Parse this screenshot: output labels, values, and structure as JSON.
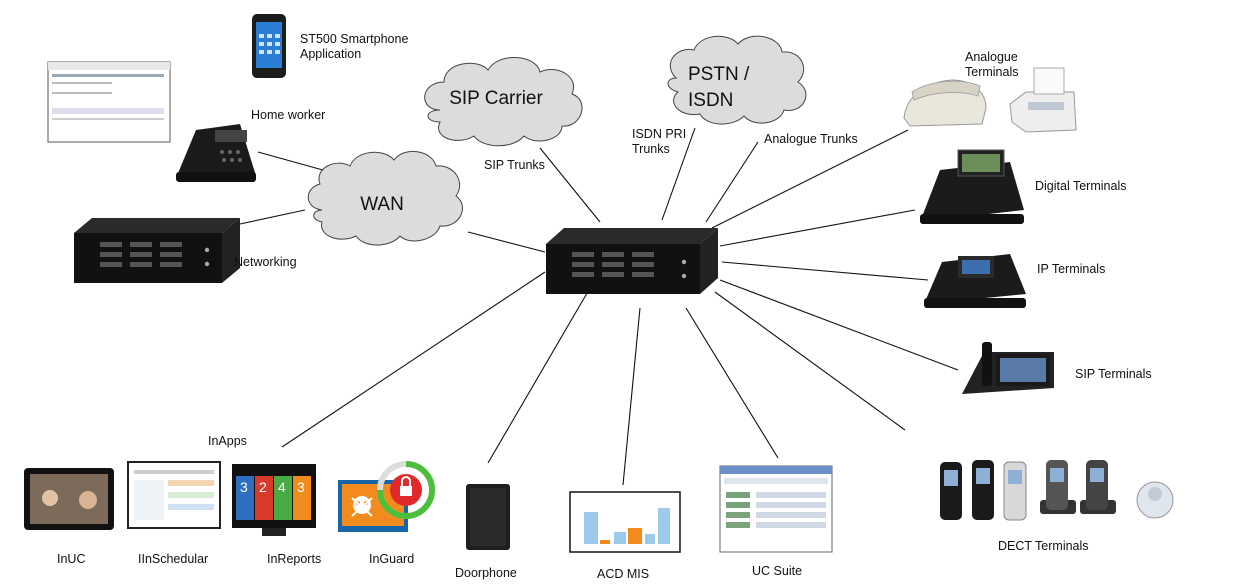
{
  "clouds": {
    "sip_carrier": "SIP Carrier",
    "pstn_isdn": "PSTN /\nISDN",
    "wan": "WAN"
  },
  "labels": {
    "st500": "ST500 Smartphone\nApplication",
    "home_worker": "Home worker",
    "networking": "Networking",
    "sip_trunks": "SIP Trunks",
    "isdn_pri_trunks": "ISDN PRI\nTrunks",
    "analogue_trunks": "Analogue Trunks",
    "analogue_terminals": "Analogue\nTerminals",
    "digital_terminals": "Digital Terminals",
    "ip_terminals": "IP Terminals",
    "sip_terminals": "SIP Terminals",
    "dect_terminals": "DECT Terminals",
    "inapps": "InApps",
    "inuc": "InUC",
    "inschedular": "IInSchedular",
    "inreports": "InReports",
    "inguard": "InGuard",
    "doorphone": "Doorphone",
    "acd_mis": "ACD MIS",
    "uc_suite": "UC Suite"
  },
  "inreports_tiles": [
    "3",
    "2",
    "4",
    "3"
  ],
  "colors": {
    "cloud": "#dcdcdc",
    "line": "#111111",
    "device": "#1a1a1a",
    "tile_blue": "#2f6fc0",
    "tile_red": "#d93a2b",
    "tile_green": "#49a942",
    "tile_orange": "#ef8c1e"
  }
}
